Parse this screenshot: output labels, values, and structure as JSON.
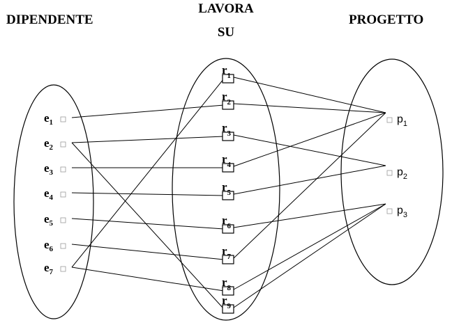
{
  "headings": {
    "left": "DIPENDENTE",
    "middle_line1": "LAVORA",
    "middle_line2": "SU",
    "right": "PROGETTO"
  },
  "employees": [
    {
      "letter": "e",
      "sub": "1"
    },
    {
      "letter": "e",
      "sub": "2"
    },
    {
      "letter": "e",
      "sub": "3"
    },
    {
      "letter": "e",
      "sub": "4"
    },
    {
      "letter": "e",
      "sub": "5"
    },
    {
      "letter": "e",
      "sub": "6"
    },
    {
      "letter": "e",
      "sub": "7"
    }
  ],
  "relations": [
    {
      "letter": "r",
      "sub": "1"
    },
    {
      "letter": "r",
      "sub": "2"
    },
    {
      "letter": "r",
      "sub": "3"
    },
    {
      "letter": "r",
      "sub": "4"
    },
    {
      "letter": "r",
      "sub": "5"
    },
    {
      "letter": "r",
      "sub": "6"
    },
    {
      "letter": "r",
      "sub": "7"
    },
    {
      "letter": "r",
      "sub": "8"
    },
    {
      "letter": "r",
      "sub": "9"
    }
  ],
  "projects": [
    {
      "letter": "p",
      "sub": "1"
    },
    {
      "letter": "p",
      "sub": "2"
    },
    {
      "letter": "p",
      "sub": "3"
    }
  ],
  "links": [
    {
      "employee": 1,
      "relation": 2,
      "project": 1
    },
    {
      "employee": 2,
      "relation": 3,
      "project": 2
    },
    {
      "employee": 2,
      "relation": 9,
      "project": 3
    },
    {
      "employee": 3,
      "relation": 4,
      "project": 1
    },
    {
      "employee": 4,
      "relation": 5,
      "project": 2
    },
    {
      "employee": 5,
      "relation": 6,
      "project": 3
    },
    {
      "employee": 6,
      "relation": 7,
      "project": 1
    },
    {
      "employee": 7,
      "relation": 1,
      "project": 1
    },
    {
      "employee": 7,
      "relation": 8,
      "project": 3
    }
  ]
}
